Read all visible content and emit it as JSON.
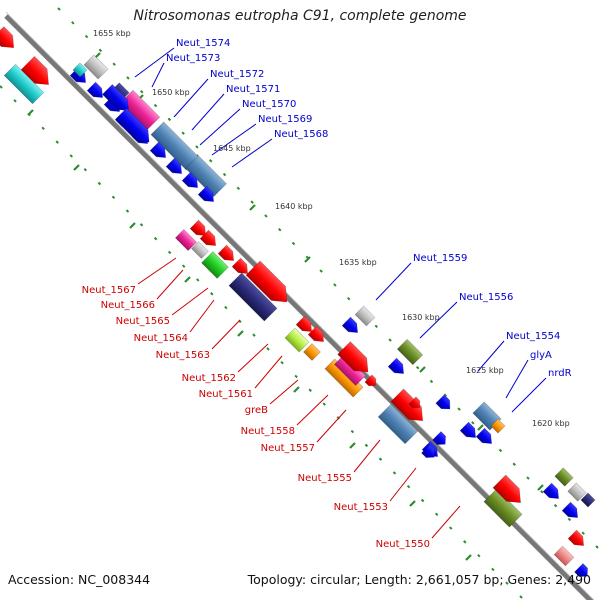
{
  "title": "Nitrosomonas eutropha C91, complete genome",
  "footer": {
    "accession": "Accession: NC_008344",
    "summary": "Topology: circular; Length: 2,661,057 bp; Genes: 2,490"
  },
  "scale_labels": [
    "1655 kbp",
    "1650 kbp",
    "1645 kbp",
    "1640 kbp",
    "1635 kbp",
    "1630 kbp",
    "1625 kbp",
    "1620 kbp"
  ],
  "forward_genes": [
    "Neut_1574",
    "Neut_1573",
    "Neut_1572",
    "Neut_1571",
    "Neut_1570",
    "Neut_1569",
    "Neut_1568",
    "Neut_1559",
    "Neut_1556",
    "Neut_1554",
    "glyA",
    "nrdR"
  ],
  "reverse_genes": [
    "Neut_1567",
    "Neut_1566",
    "Neut_1565",
    "Neut_1564",
    "Neut_1563",
    "Neut_1562",
    "Neut_1561",
    "greB",
    "Neut_1558",
    "Neut_1557",
    "Neut_1555",
    "Neut_1553",
    "Neut_1550"
  ],
  "colors": {
    "forward_label": "#0000cc",
    "reverse_label": "#cc0000",
    "backbone": "#777777",
    "tick": "#2e8b2e"
  }
}
